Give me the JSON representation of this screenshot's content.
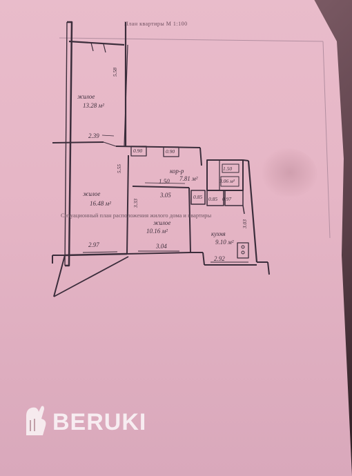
{
  "document": {
    "title": "План квартиры   М  1:100",
    "situation_text": "Ситуационный план расположения жилого дома и квартиры"
  },
  "rooms": {
    "living_1": {
      "name": "жилое",
      "area": "13.28 м²",
      "length": "5.58",
      "width": "2.39"
    },
    "living_2": {
      "name": "жилое",
      "area": "16.48 м²",
      "length": "5.55",
      "width": "2.97"
    },
    "living_3": {
      "name": "жилое",
      "area": "10.16 м²",
      "length": "3.33",
      "width": "3.04",
      "top_width": "3.05"
    },
    "corridor": {
      "name": "кор-р",
      "area": "7.81 м²",
      "dim": "1.50"
    },
    "kitchen": {
      "name": "кухня",
      "area": "9.10 м²",
      "length": "3.03",
      "width": "2.92"
    },
    "bath": {
      "area": "3.06 м²",
      "dim": "1.50"
    },
    "wc": {
      "area": "0.97",
      "dims": [
        "0.85",
        "0.85"
      ]
    },
    "closets": [
      "0.90",
      "0.90"
    ]
  },
  "watermark": {
    "text": "BERUKI"
  }
}
